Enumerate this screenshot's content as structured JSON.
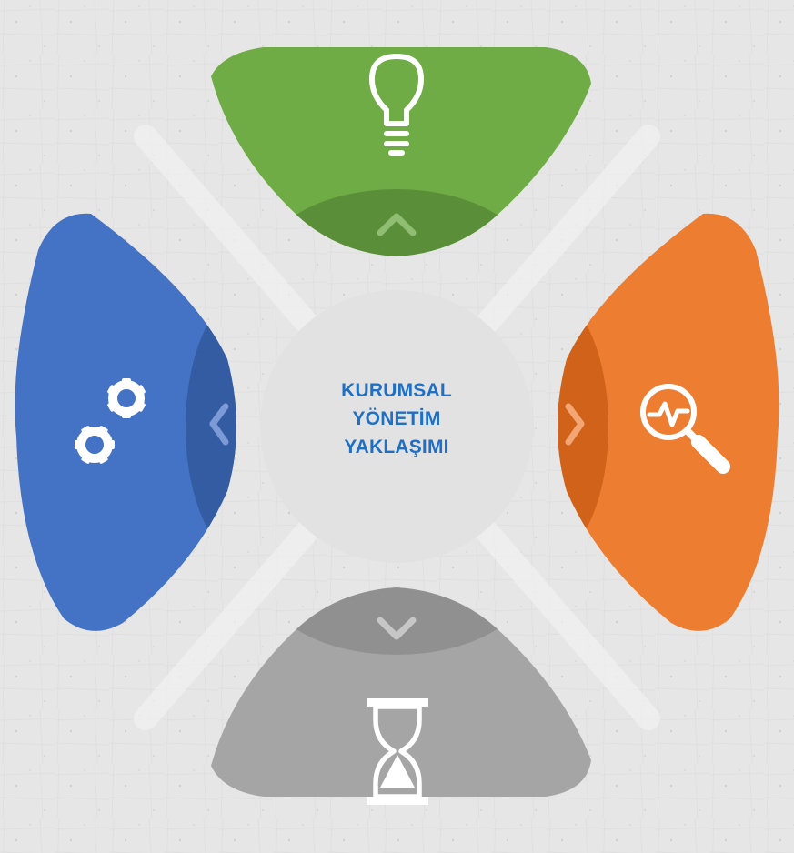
{
  "center": {
    "lines": [
      "KURUMSAL",
      "YÖNETİM",
      "YAKLAŞIMI"
    ]
  },
  "segments": [
    {
      "position": "top",
      "color": "#6fac46",
      "icon": "lightbulb-icon",
      "arrow": "chevron-up-icon"
    },
    {
      "position": "right",
      "color": "#ed7d31",
      "icon": "magnifier-pulse-icon",
      "arrow": "chevron-right-icon"
    },
    {
      "position": "bottom",
      "color": "#a5a5a5",
      "icon": "hourglass-icon",
      "arrow": "chevron-down-icon"
    },
    {
      "position": "left",
      "color": "#4472c4",
      "icon": "gears-icon",
      "arrow": "chevron-left-icon"
    }
  ],
  "colors": {
    "background": "#e6e6e6",
    "center_circle": "#e2e2e2",
    "title_text": "#1f6fc5",
    "icon": "#ffffff"
  }
}
